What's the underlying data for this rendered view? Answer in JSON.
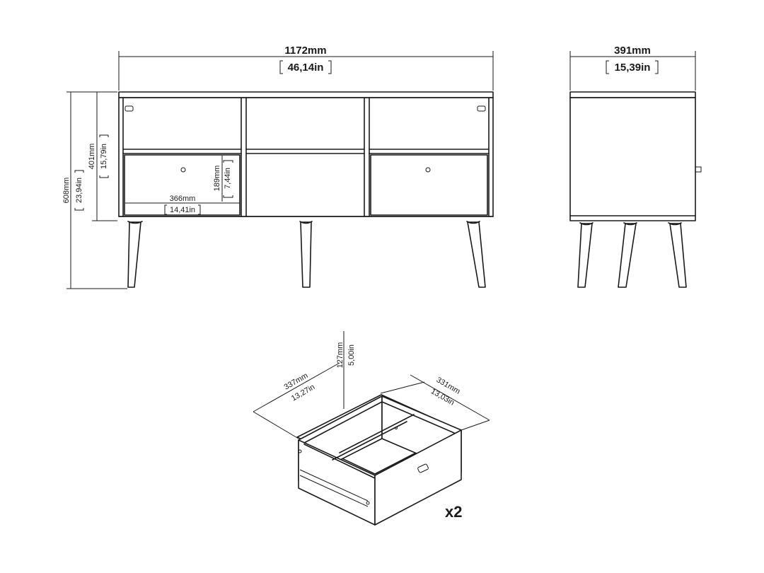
{
  "front_view": {
    "width_mm": "1172mm",
    "width_in": "46,14in",
    "total_height_mm": "608mm",
    "total_height_in": "23,94in",
    "body_height_mm": "401mm",
    "body_height_in": "15,79in",
    "compartment_width_mm": "366mm",
    "compartment_width_in": "14,41in",
    "compartment_height_mm": "189mm",
    "compartment_height_in": "7,44in"
  },
  "side_view": {
    "depth_mm": "391mm",
    "depth_in": "15,39in"
  },
  "drawer": {
    "depth_mm": "337mm",
    "depth_in": "13,27in",
    "width_mm": "331mm",
    "width_in": "13,03in",
    "height_mm": "127mm",
    "height_in": "5,00in",
    "quantity": "x2"
  }
}
